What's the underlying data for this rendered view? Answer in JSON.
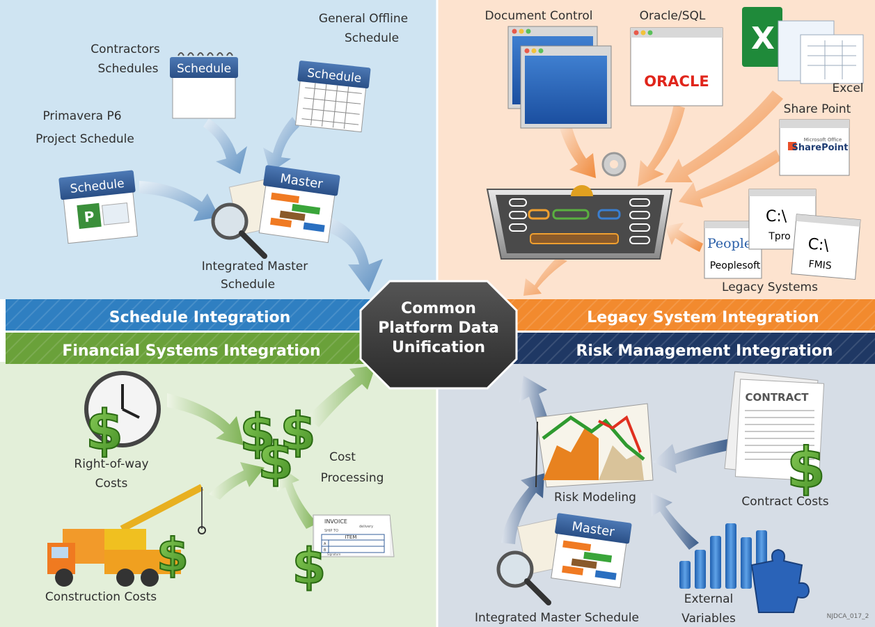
{
  "center": {
    "line1": "Common",
    "line2": "Platform Data",
    "line3": "Unification"
  },
  "bands": {
    "schedule": "Schedule Integration",
    "legacy": "Legacy System Integration",
    "financial": "Financial Systems Integration",
    "risk": "Risk Management Integration"
  },
  "schedule_quadrant": {
    "contractors_l1": "Contractors",
    "contractors_l2": "Schedules",
    "general_l1": "General Offline",
    "general_l2": "Schedule",
    "primavera_l1": "Primavera P6",
    "primavera_l2": "Project Schedule",
    "integrated_l1": "Integrated Master",
    "integrated_l2": "Schedule",
    "tab_schedule": "Schedule",
    "tab_master": "Master"
  },
  "legacy_quadrant": {
    "document_control": "Document Control",
    "oracle_sql": "Oracle/SQL",
    "oracle_logo": "ORACLE",
    "excel": "Excel",
    "share_point": "Share Point",
    "sharepoint_small": "Microsoft Office",
    "sharepoint_logo": "SharePoint",
    "tpro_prompt": "C:\\",
    "tpro": "Tpro",
    "fmis_prompt": "C:\\",
    "fmis": "FMIS",
    "peoplesoft_logo": "PeopleS",
    "peoplesoft": "Peoplesoft",
    "legacy_systems": "Legacy Systems"
  },
  "financial_quadrant": {
    "row_l1": "Right-of-way",
    "row_l2": "Costs",
    "cost_l1": "Cost",
    "cost_l2": "Processing",
    "construction": "Construction Costs",
    "invoice_title": "INVOICE",
    "invoice_sub": "delivery",
    "invoice_ship": "SHIP TO",
    "invoice_item": "ITEM",
    "invoice_a": "A",
    "invoice_b": "B",
    "invoice_sig": "Signature"
  },
  "risk_quadrant": {
    "contract_header": "CONTRACT",
    "risk_modeling": "Risk Modeling",
    "contract_costs": "Contract Costs",
    "integrated_master": "Integrated Master Schedule",
    "external_l1": "External",
    "external_l2": "Variables",
    "tab_master": "Master"
  },
  "footer_code": "NJDCA_017_2",
  "colors": {
    "schedule_bg": "#cfe4f2",
    "legacy_bg": "#fde3cf",
    "financial_bg": "#e3efd9",
    "risk_bg": "#d6dde6",
    "band_blue": "#2f7fc1",
    "band_orange": "#f28a2e",
    "band_green": "#6aa13a",
    "band_navy": "#1f3864",
    "hub": "#3a3a3a"
  }
}
